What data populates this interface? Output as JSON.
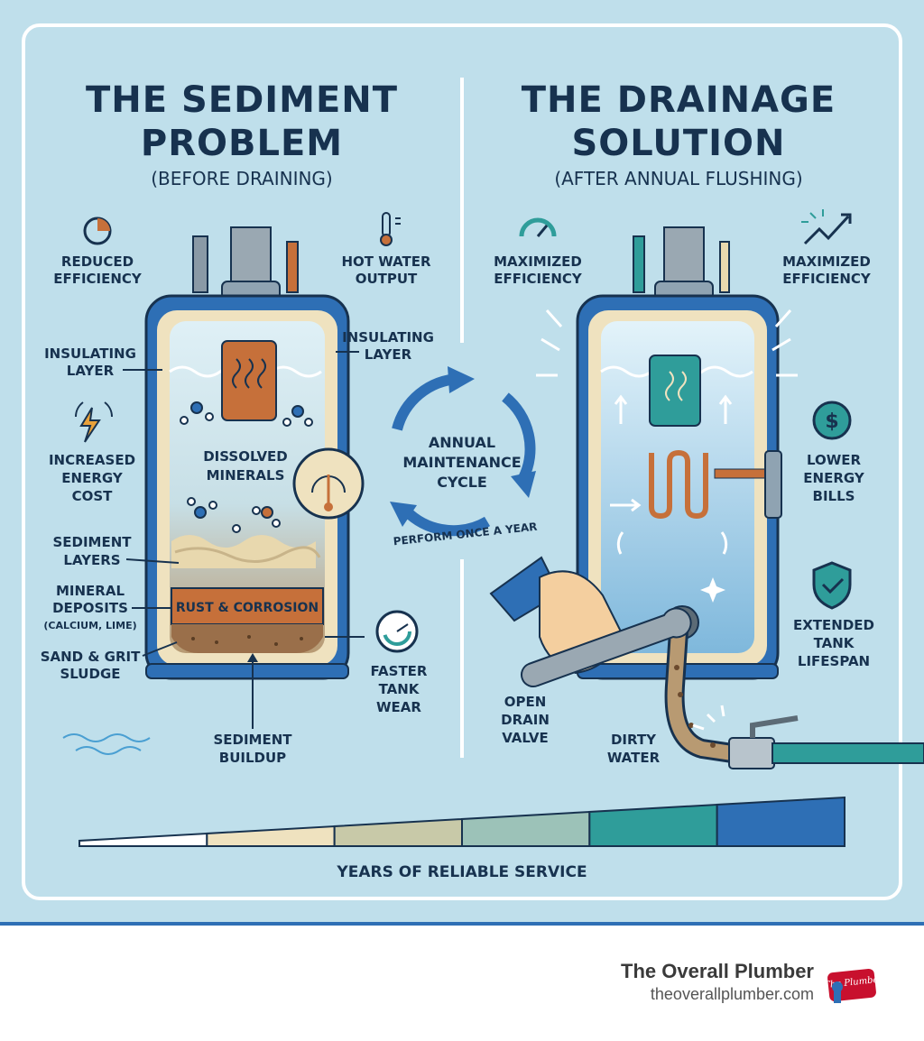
{
  "left_panel": {
    "title_line1": "THE SEDIMENT",
    "title_line2": "PROBLEM",
    "subtitle": "(BEFORE DRAINING)",
    "labels": {
      "reduced_efficiency": [
        "REDUCED",
        "EFFICIENCY"
      ],
      "hot_water_output": [
        "HOT WATER",
        "OUTPUT"
      ],
      "insulating_layer_left": [
        "INSULATING",
        "LAYER"
      ],
      "insulating_layer_right": [
        "INSULATING",
        "LAYER"
      ],
      "increased_energy_cost": [
        "INCREASED",
        "ENERGY",
        "COST"
      ],
      "dissolved_minerals": [
        "DISSOLVED",
        "MINERALS"
      ],
      "sediment_layers": [
        "SEDIMENT",
        "LAYERS"
      ],
      "mineral_deposits": [
        "MINERAL",
        "DEPOSITS"
      ],
      "mineral_deposits_note": "(CALCIUM, LIME)",
      "rust_corrosion": "RUST & CORROSION",
      "sand_grit": [
        "SAND & GRIT",
        "SLUDGE"
      ],
      "faster_tank_wear": [
        "FASTER",
        "TANK",
        "WEAR"
      ],
      "sediment_buildup": [
        "SEDIMENT",
        "BUILDUP"
      ]
    }
  },
  "center": {
    "cycle_label": [
      "ANNUAL",
      "MAINTENANCE",
      "CYCLE"
    ],
    "cycle_note": "PERFORM ONCE A YEAR"
  },
  "right_panel": {
    "title_line1": "THE DRAINAGE",
    "title_line2": "SOLUTION",
    "subtitle": "(AFTER ANNUAL FLUSHING)",
    "labels": {
      "maximized_efficiency_left": [
        "MAXIMIZED",
        "EFFICIENCY"
      ],
      "maximized_efficiency_right": [
        "MAXIMIZED",
        "EFFICIENCY"
      ],
      "lower_energy_bills": [
        "LOWER",
        "ENERGY",
        "BILLS"
      ],
      "extended_tank_lifespan": [
        "EXTENDED",
        "TANK",
        "LIFESPAN"
      ],
      "open_drain_valve": [
        "OPEN",
        "DRAIN",
        "VALVE"
      ],
      "dirty_water": [
        "DIRTY",
        "WATER"
      ]
    }
  },
  "service_bar": {
    "label": "YEARS OF RELIABLE SERVICE",
    "segment_colors": [
      "#ffffff",
      "#efe2bf",
      "#c8c9a8",
      "#9cc2b8",
      "#2f9d9a",
      "#2e6fb5"
    ]
  },
  "footer": {
    "brand_name": "The Overall Plumber",
    "brand_url": "theoverallplumber.com",
    "logo_text": "The Plumber"
  },
  "colors": {
    "background": "#bfdfeb",
    "navy": "#17324f",
    "accent_blue": "#2e6fb5",
    "teal": "#2f9d9a",
    "rust": "#c6703a"
  }
}
